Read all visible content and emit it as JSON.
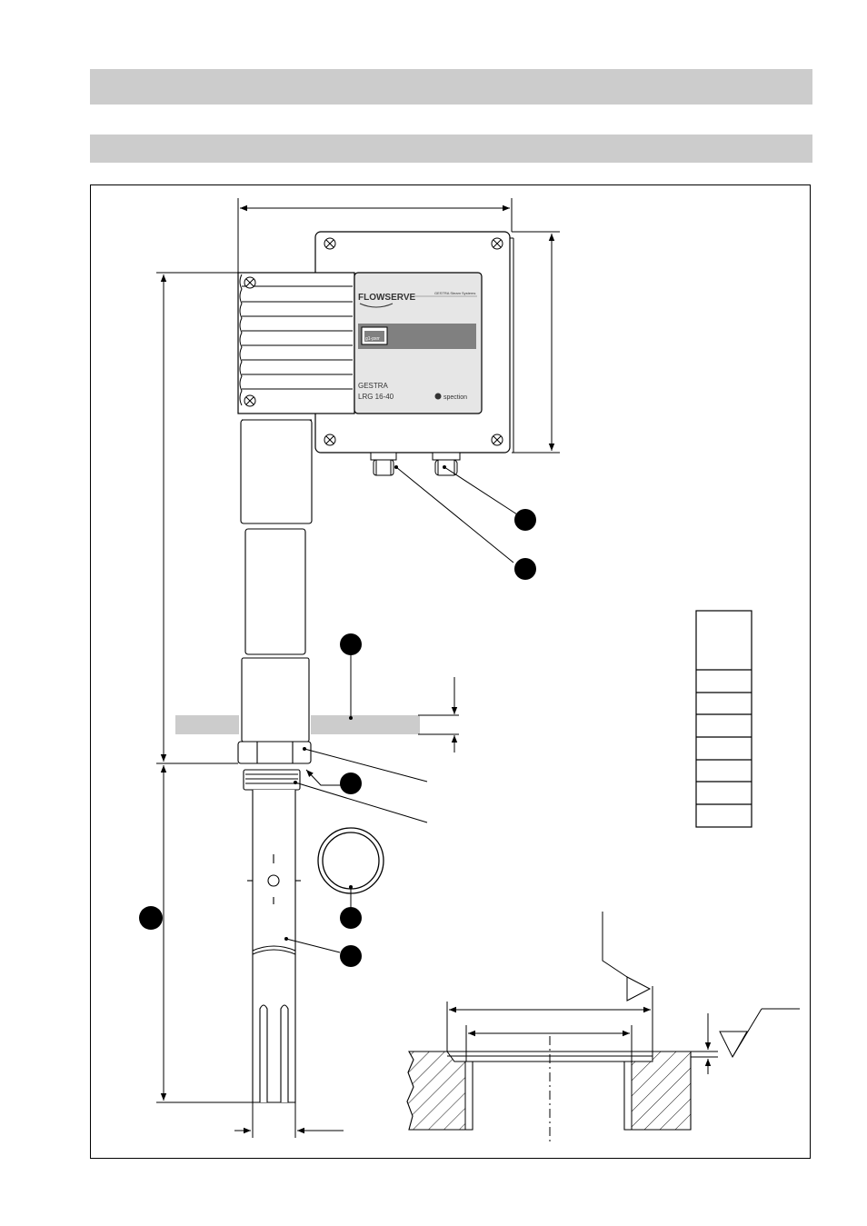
{
  "header_bars": [
    {
      "text": ""
    },
    {
      "text": ""
    }
  ],
  "device": {
    "brand": "FLOWSERVE",
    "product_line": "GESTRA Steam Systems",
    "tag_text": "g1-pxrr",
    "maker": "GESTRA",
    "model": "LRG 16-40",
    "sub_brand": "spection"
  },
  "table_rows": 7,
  "colors": {
    "line": "#000000",
    "panel_fill": "#e6e6e6",
    "label_band": "#808080",
    "gray_band": "#cccccc"
  }
}
